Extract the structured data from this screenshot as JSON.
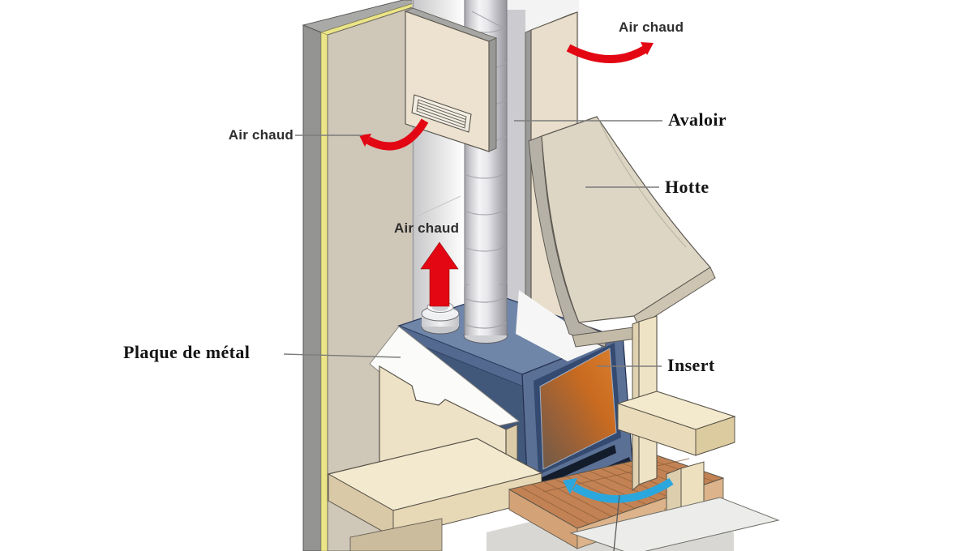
{
  "diagram": {
    "labels": {
      "air_chaud_top": "Air chaud",
      "air_chaud_left": "Air chaud",
      "air_chaud_middle": "Air chaud",
      "avaloir": "Avaloir",
      "hotte": "Hotte",
      "plaque_de_metal": "Plaque de métal",
      "insert": "Insert"
    },
    "arrows": {
      "hot_air_color": "#e30613",
      "cold_air_color": "#2ba7dd",
      "hot_air_count": 3,
      "cold_air_count": 1
    },
    "palette": {
      "background": "#ffffff",
      "wall_face": "#cfc7b8",
      "wall_edge": "#939391",
      "insulation": "#ece588",
      "casing_panel": "#ece2cf",
      "hood": "#ddd6c5",
      "flue_metal": "#d9d9dd",
      "insert_blue": "#5b7095",
      "insert_top_blue": "#6f86a9",
      "firebox_orange": "#c9671f",
      "masonry": "#f3e9cf",
      "brick": "#c28253",
      "metal_plate": "#fbfbfa",
      "leader_line": "#7c7c7c"
    }
  }
}
